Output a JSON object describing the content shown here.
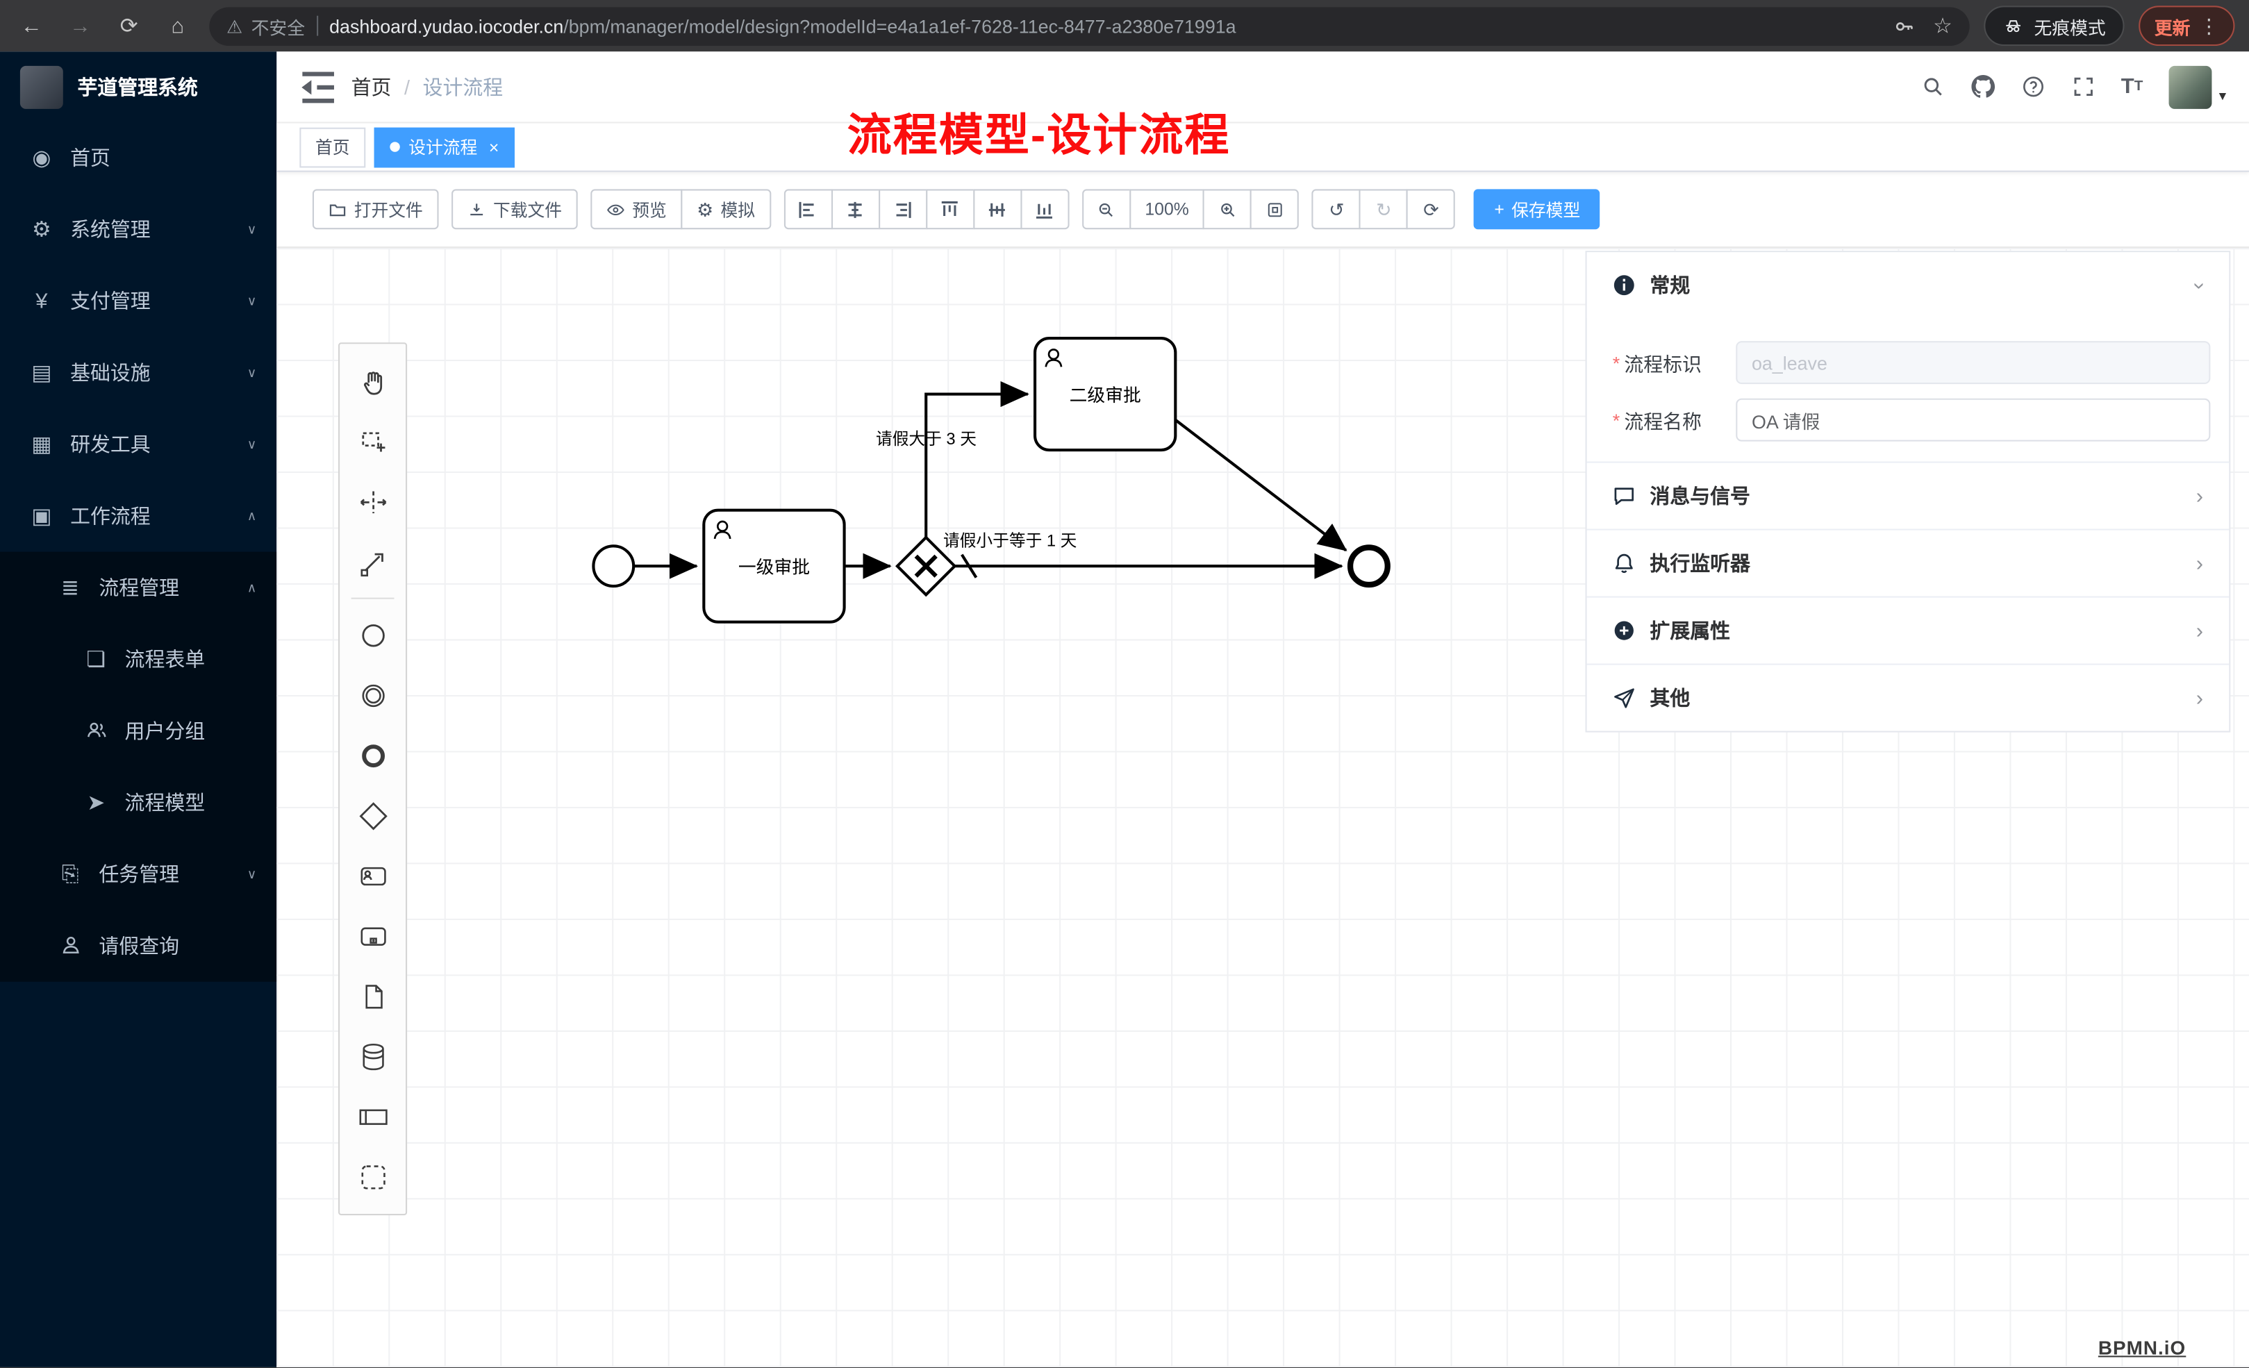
{
  "browser": {
    "security": "不安全",
    "url_host": "dashboard.yudao.iocoder.cn",
    "url_path": "/bpm/manager/model/design?modelId=e4a1a1ef-7628-11ec-8477-a2380e71991a",
    "incognito": "无痕模式",
    "update": "更新"
  },
  "sidebar": {
    "title": "芋道管理系统",
    "items": [
      {
        "label": "首页"
      },
      {
        "label": "系统管理"
      },
      {
        "label": "支付管理"
      },
      {
        "label": "基础设施"
      },
      {
        "label": "研发工具"
      },
      {
        "label": "工作流程"
      },
      {
        "label": "流程管理"
      },
      {
        "label": "流程表单"
      },
      {
        "label": "用户分组"
      },
      {
        "label": "流程模型"
      },
      {
        "label": "任务管理"
      },
      {
        "label": "请假查询"
      }
    ]
  },
  "header": {
    "breadcrumb_home": "首页",
    "breadcrumb_sep": "/",
    "breadcrumb_current": "设计流程"
  },
  "annotation": "流程模型-设计流程",
  "tabs": {
    "home": "首页",
    "active": "设计流程",
    "close": "×"
  },
  "toolbar": {
    "open_file": "打开文件",
    "download_file": "下载文件",
    "preview": "预览",
    "simulate": "模拟",
    "zoom": "100%",
    "save_plus": "+",
    "save": "保存模型"
  },
  "diagram": {
    "task1": "一级审批",
    "task2": "二级审批",
    "cond_gt3": "请假大于 3 天",
    "cond_le1": "请假小于等于 1 天"
  },
  "panel": {
    "general": "常规",
    "field_key_label": "流程标识",
    "field_key_value": "oa_leave",
    "field_name_label": "流程名称",
    "field_name_value": "OA 请假",
    "sections": [
      {
        "label": "消息与信号"
      },
      {
        "label": "执行监听器"
      },
      {
        "label": "扩展属性"
      },
      {
        "label": "其他"
      }
    ]
  },
  "watermark": "BPMN.iO"
}
